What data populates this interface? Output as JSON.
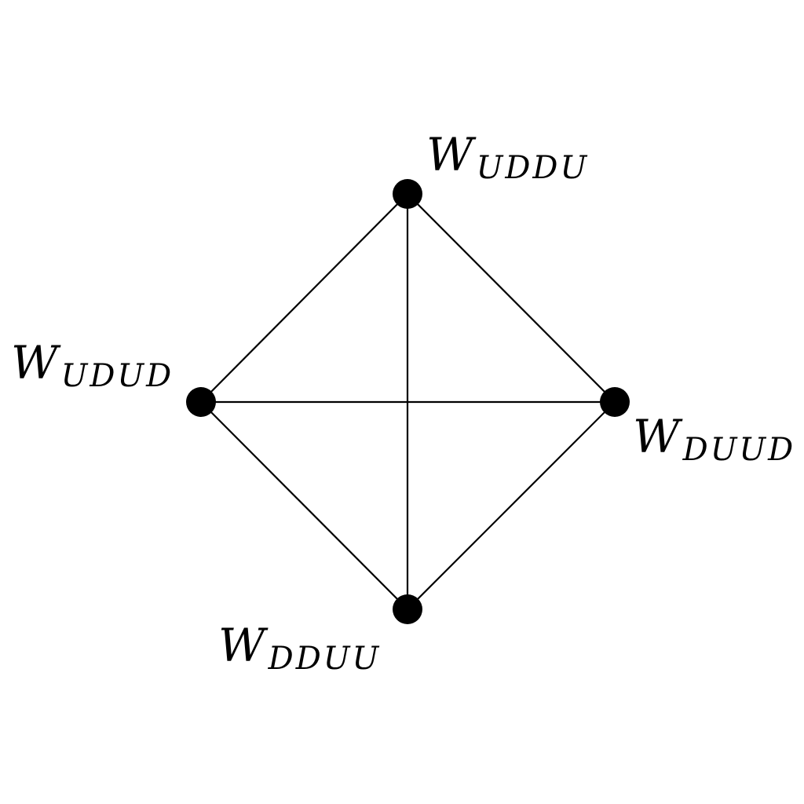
{
  "graph": {
    "vertices": [
      {
        "id": "top",
        "symbol": "W",
        "subscript": "UDDU"
      },
      {
        "id": "left",
        "symbol": "W",
        "subscript": "UDUD"
      },
      {
        "id": "right",
        "symbol": "W",
        "subscript": "DUUD"
      },
      {
        "id": "bottom",
        "symbol": "W",
        "subscript": "DDUU"
      }
    ],
    "edges": [
      [
        "top",
        "left"
      ],
      [
        "top",
        "right"
      ],
      [
        "top",
        "bottom"
      ],
      [
        "left",
        "right"
      ],
      [
        "left",
        "bottom"
      ],
      [
        "right",
        "bottom"
      ]
    ],
    "colors": {
      "edge": "#000000",
      "node": "#000000",
      "background": "#ffffff"
    }
  }
}
